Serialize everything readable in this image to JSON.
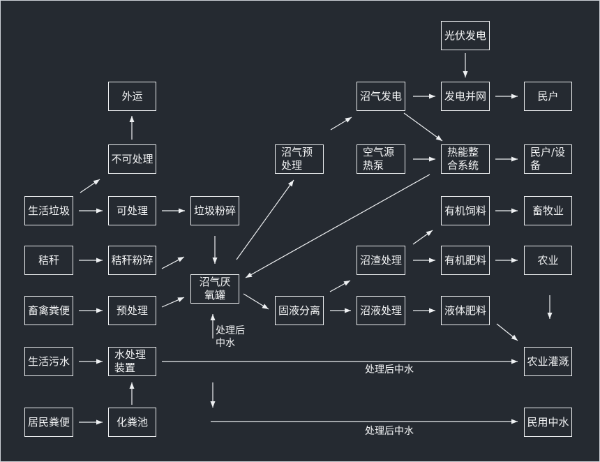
{
  "nodes": {
    "pv": "光伏发电",
    "waiyun": "外运",
    "biogas_power": "沼气发电",
    "grid": "发电并网",
    "residents1": "民户",
    "non_processable": "不可处理",
    "biogas_pre": "沼气预\n处理",
    "heat_pump": "空气源\n热泵",
    "heat_system": "热能整\n合系统",
    "residents_equip": "民户/设\n备",
    "domestic_waste": "生活垃圾",
    "processable": "可处理",
    "waste_crush": "垃圾粉碎",
    "organic_feed": "有机饲料",
    "livestock": "畜牧业",
    "straw": "秸秆",
    "straw_crush": "秸秆粉碎",
    "digester": "沼气厌\n氧罐",
    "residue": "沼渣处理",
    "organic_fert": "有机肥料",
    "agri": "农业",
    "manure": "畜禽粪便",
    "pretreat": "预处理",
    "separation": "固液分离",
    "liquid": "沼液处理",
    "liquid_fert": "液体肥料",
    "sewage": "生活污水",
    "water_treat": "水处理\n装置",
    "irrigation": "农业灌溉",
    "feces": "居民粪便",
    "septic": "化粪池",
    "civil_water": "民用中水"
  },
  "labels": {
    "reclaimed_to_digester": "处理后\n中水",
    "reclaimed_to_irrigation": "处理后中水",
    "reclaimed_to_civil": "处理后中水"
  },
  "colors": {
    "background": "#252a31",
    "line": "#eef0f2"
  }
}
